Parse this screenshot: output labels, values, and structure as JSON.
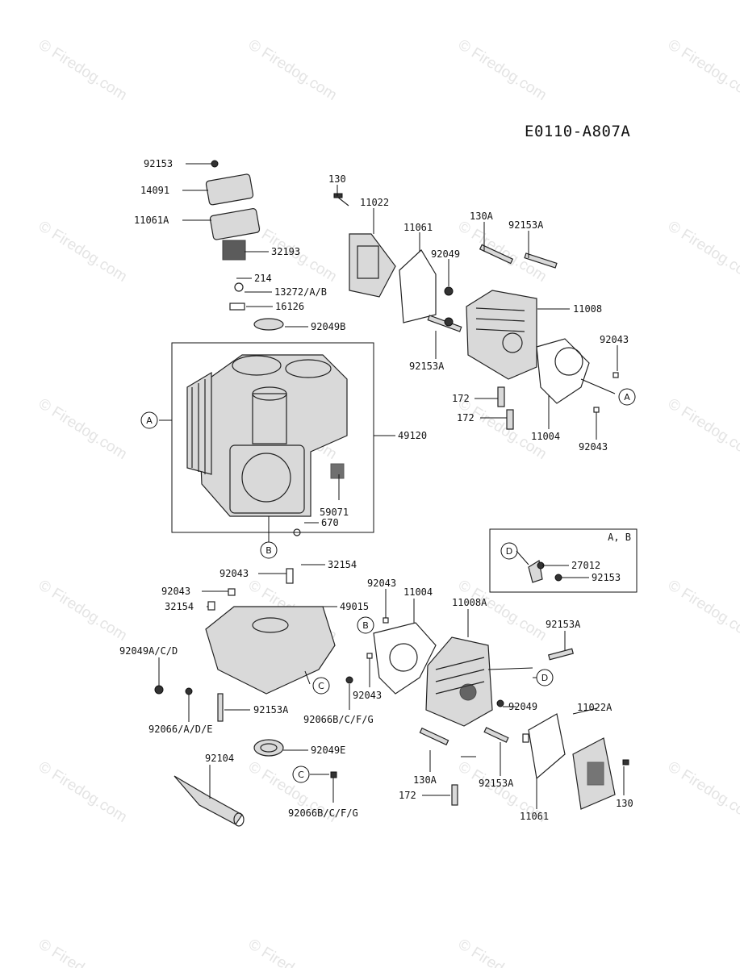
{
  "diagram_code": "E0110-A807A",
  "watermark": "© Firedog.com",
  "legend_box": {
    "title": "A, B"
  },
  "callouts": [
    "A",
    "A",
    "B",
    "B",
    "C",
    "C",
    "D",
    "D"
  ],
  "parts": [
    {
      "id": "92153_top",
      "label": "92153"
    },
    {
      "id": "14091",
      "label": "14091"
    },
    {
      "id": "11061A",
      "label": "11061A"
    },
    {
      "id": "32193",
      "label": "32193"
    },
    {
      "id": "214",
      "label": "214"
    },
    {
      "id": "13272",
      "label": "13272/A/B"
    },
    {
      "id": "16126",
      "label": "16126"
    },
    {
      "id": "92049B",
      "label": "92049B"
    },
    {
      "id": "49120",
      "label": "49120"
    },
    {
      "id": "59071",
      "label": "59071"
    },
    {
      "id": "670",
      "label": "670"
    },
    {
      "id": "130_top",
      "label": "130"
    },
    {
      "id": "11022_top",
      "label": "11022"
    },
    {
      "id": "11061_top",
      "label": "11061"
    },
    {
      "id": "130A_top",
      "label": "130A"
    },
    {
      "id": "92153A_top",
      "label": "92153A"
    },
    {
      "id": "92049_top",
      "label": "92049"
    },
    {
      "id": "11008",
      "label": "11008"
    },
    {
      "id": "92043_r1",
      "label": "92043"
    },
    {
      "id": "92153A_mid",
      "label": "92153A"
    },
    {
      "id": "172_a",
      "label": "172"
    },
    {
      "id": "172_b",
      "label": "172"
    },
    {
      "id": "11004_top",
      "label": "11004"
    },
    {
      "id": "92043_r2",
      "label": "92043"
    },
    {
      "id": "27012",
      "label": "27012"
    },
    {
      "id": "92153_box",
      "label": "92153"
    },
    {
      "id": "32154_a",
      "label": "32154"
    },
    {
      "id": "92043_l1",
      "label": "92043"
    },
    {
      "id": "92043_l2",
      "label": "92043"
    },
    {
      "id": "32154_b",
      "label": "32154"
    },
    {
      "id": "49015",
      "label": "49015"
    },
    {
      "id": "92049ACD",
      "label": "92049A/C/D"
    },
    {
      "id": "92066ADE",
      "label": "92066/A/D/E"
    },
    {
      "id": "92153A_low",
      "label": "92153A"
    },
    {
      "id": "92066BCFG_a",
      "label": "92066B/C/F/G"
    },
    {
      "id": "92049E",
      "label": "92049E"
    },
    {
      "id": "92104",
      "label": "92104"
    },
    {
      "id": "92066BCFG_b",
      "label": "92066B/C/F/G"
    },
    {
      "id": "92043_m1",
      "label": "92043"
    },
    {
      "id": "11004_low",
      "label": "11004"
    },
    {
      "id": "11008A",
      "label": "11008A"
    },
    {
      "id": "92153A_rlow",
      "label": "92153A"
    },
    {
      "id": "92043_m2",
      "label": "92043"
    },
    {
      "id": "92049_low",
      "label": "92049"
    },
    {
      "id": "11022A",
      "label": "11022A"
    },
    {
      "id": "130A_low",
      "label": "130A"
    },
    {
      "id": "92153A_bot",
      "label": "92153A"
    },
    {
      "id": "172_low",
      "label": "172"
    },
    {
      "id": "11061_low",
      "label": "11061"
    },
    {
      "id": "130_low",
      "label": "130"
    }
  ]
}
